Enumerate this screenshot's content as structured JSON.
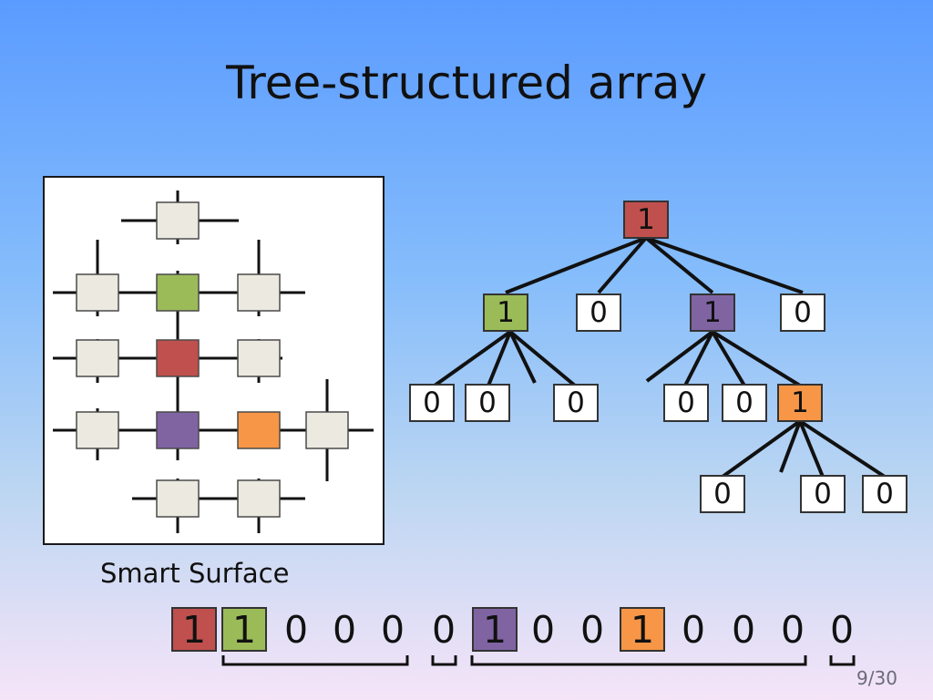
{
  "title": "Tree-structured array",
  "surface_caption": "Smart Surface",
  "page_number": "9/30",
  "colors": {
    "red": "#c0504d",
    "green": "#9bbb59",
    "purple": "#8064a2",
    "orange": "#f79646",
    "neutral": "#eceae0"
  },
  "tree": {
    "root": {
      "label": "1",
      "color": "red"
    },
    "level1": [
      {
        "label": "1",
        "color": "green"
      },
      {
        "label": "0",
        "color": "white"
      },
      {
        "label": "1",
        "color": "purple"
      },
      {
        "label": "0",
        "color": "white"
      }
    ],
    "level2": [
      {
        "label": "0",
        "color": "white"
      },
      {
        "label": "0",
        "color": "white"
      },
      {
        "label": "0",
        "color": "white"
      },
      {
        "label": "0",
        "color": "white"
      },
      {
        "label": "0",
        "color": "white"
      },
      {
        "label": "1",
        "color": "orange"
      }
    ],
    "level3": [
      {
        "label": "0",
        "color": "white"
      },
      {
        "label": "0",
        "color": "white"
      },
      {
        "label": "0",
        "color": "white"
      }
    ]
  },
  "sequence": [
    {
      "label": "1",
      "color": "red"
    },
    {
      "label": "1",
      "color": "green"
    },
    {
      "label": "0",
      "color": "none"
    },
    {
      "label": "0",
      "color": "none"
    },
    {
      "label": "0",
      "color": "none"
    },
    {
      "label": "0",
      "color": "none"
    },
    {
      "label": "1",
      "color": "purple"
    },
    {
      "label": "0",
      "color": "none"
    },
    {
      "label": "0",
      "color": "none"
    },
    {
      "label": "1",
      "color": "orange"
    },
    {
      "label": "0",
      "color": "none"
    },
    {
      "label": "0",
      "color": "none"
    },
    {
      "label": "0",
      "color": "none"
    },
    {
      "label": "0",
      "color": "none"
    }
  ]
}
